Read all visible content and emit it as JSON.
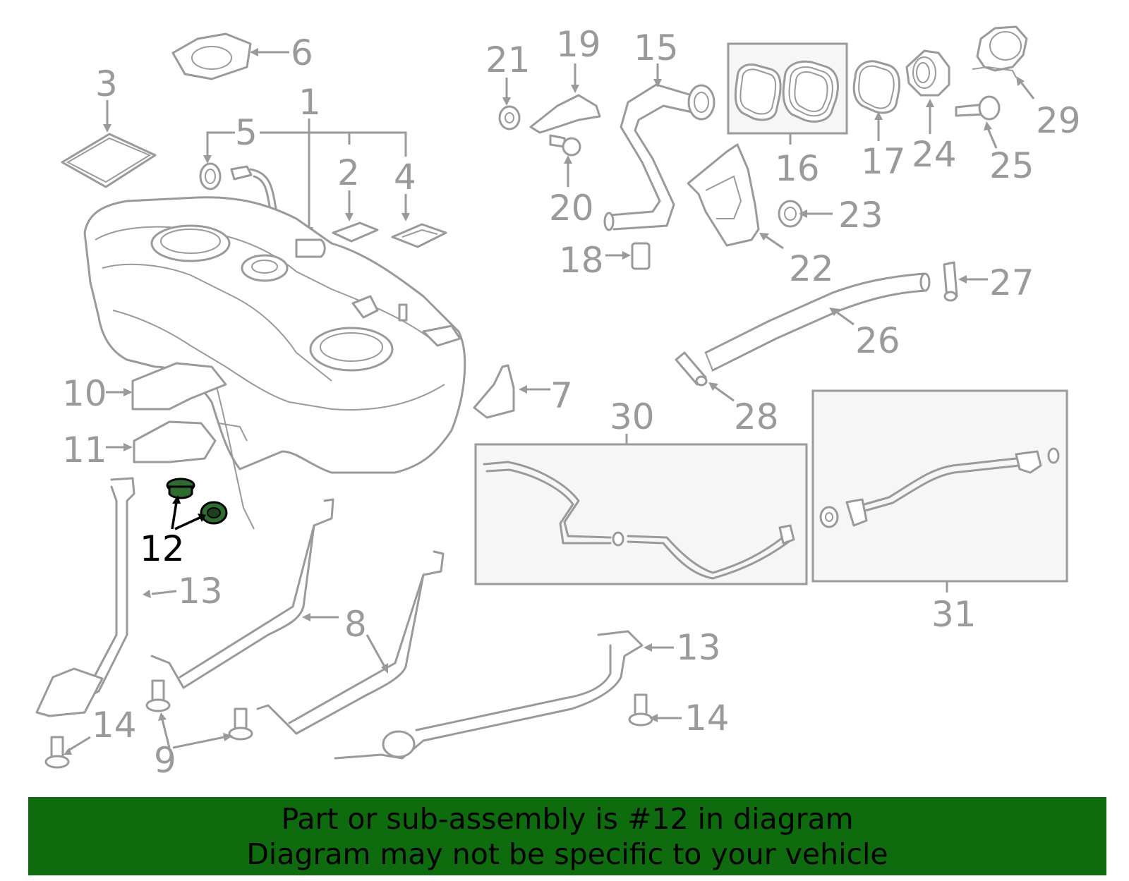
{
  "callouts": {
    "c1": "1",
    "c2": "2",
    "c3": "3",
    "c4": "4",
    "c5": "5",
    "c6": "6",
    "c7": "7",
    "c8": "8",
    "c9": "9",
    "c10": "10",
    "c11": "11",
    "c12": "12",
    "c13a": "13",
    "c13b": "13",
    "c14a": "14",
    "c14b": "14",
    "c15": "15",
    "c16": "16",
    "c17": "17",
    "c18": "18",
    "c19": "19",
    "c20": "20",
    "c21": "21",
    "c22": "22",
    "c23": "23",
    "c24": "24",
    "c25": "25",
    "c26": "26",
    "c27": "27",
    "c28": "28",
    "c29": "29",
    "c30": "30",
    "c31": "31"
  },
  "highlighted_part": "12",
  "banner": {
    "line1": "Part or sub-assembly is #12 in diagram",
    "line2": "Diagram may not be specific to your vehicle"
  },
  "colors": {
    "part_line": "#9a9a9a",
    "highlight_fill": "#2e6b2e",
    "banner_bg": "#0e6b0e"
  }
}
